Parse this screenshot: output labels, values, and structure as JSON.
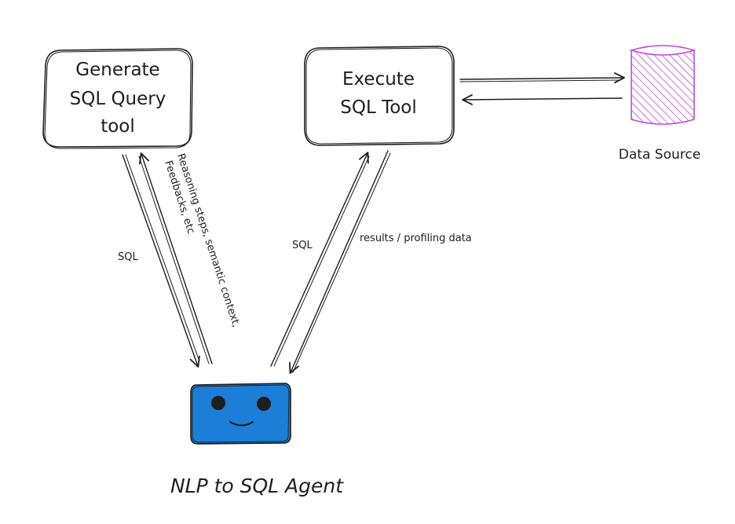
{
  "nodes": {
    "generate_tool": {
      "lines": [
        "Generate",
        "SQL Query",
        "tool"
      ]
    },
    "execute_tool": {
      "lines": [
        "Execute",
        "SQL Tool"
      ]
    },
    "data_source": {
      "label": "Data Source",
      "color": "#be4bdb"
    },
    "agent": {
      "label": "NLP to SQL Agent",
      "color": "#1c7ed6"
    }
  },
  "edges": {
    "gen_to_agent": {
      "label": "SQL"
    },
    "agent_to_gen": {
      "lines": [
        "Reasoning steps, semantic context,",
        "Feedbacks, etc"
      ]
    },
    "agent_to_exec": {
      "label": "SQL"
    },
    "exec_to_agent": {
      "label": "results / profiling data"
    }
  }
}
